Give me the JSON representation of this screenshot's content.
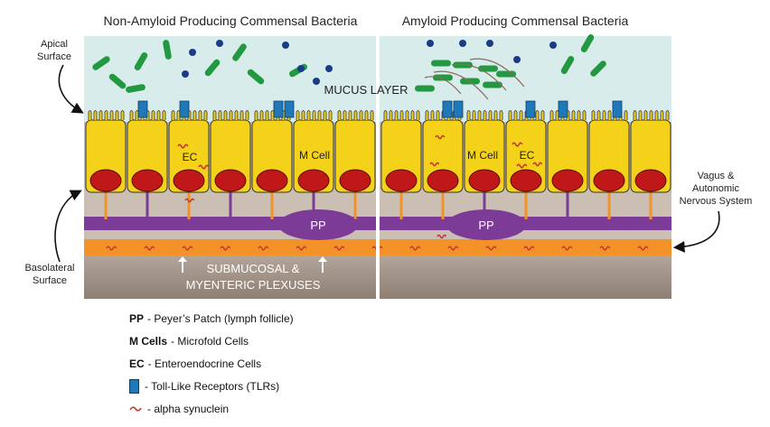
{
  "panels": {
    "left_title": "Non-Amyloid Producing Commensal Bacteria",
    "right_title": "Amyloid Producing Commensal Bacteria"
  },
  "side_labels": {
    "apical_line1": "Apical",
    "apical_line2": "Surface",
    "basolateral_line1": "Basolateral",
    "basolateral_line2": "Surface",
    "vagus_line1": "Vagus &",
    "vagus_line2": "Autonomic",
    "vagus_line3": "Nervous System"
  },
  "diagram_labels": {
    "mucus": "MUCUS LAYER",
    "ec_left": "EC",
    "mcell_left": "M Cell",
    "pp_left": "PP",
    "mcell_right": "M Cell",
    "ec_right": "EC",
    "pp_right": "PP",
    "plexus_line1": "SUBMUCOSAL &",
    "plexus_line2": "MYENTERIC PLEXUSES"
  },
  "legend": {
    "pp_abbr": "PP",
    "pp_desc": "- Peyer’s Patch (lymph follicle)",
    "mcell_abbr": "M Cells",
    "mcell_desc": "- Microfold Cells",
    "ec_abbr": "EC",
    "ec_desc": "- Enteroendocrine Cells",
    "tlr_desc": "- Toll-Like Receptors (TLRs)",
    "syn_desc": "- alpha synuclein"
  },
  "colors": {
    "mucus": "#d9ecec",
    "cell_fill": "#f5d21a",
    "nucleus": "#c01818",
    "peyers_patch": "#7b3b96",
    "plexus_band": "#f4922a",
    "submucosa": "#a39387",
    "bacteria": "#229940",
    "dots": "#1a3c88",
    "tlr": "#1f78b8",
    "synuclein": "#c0392b"
  }
}
